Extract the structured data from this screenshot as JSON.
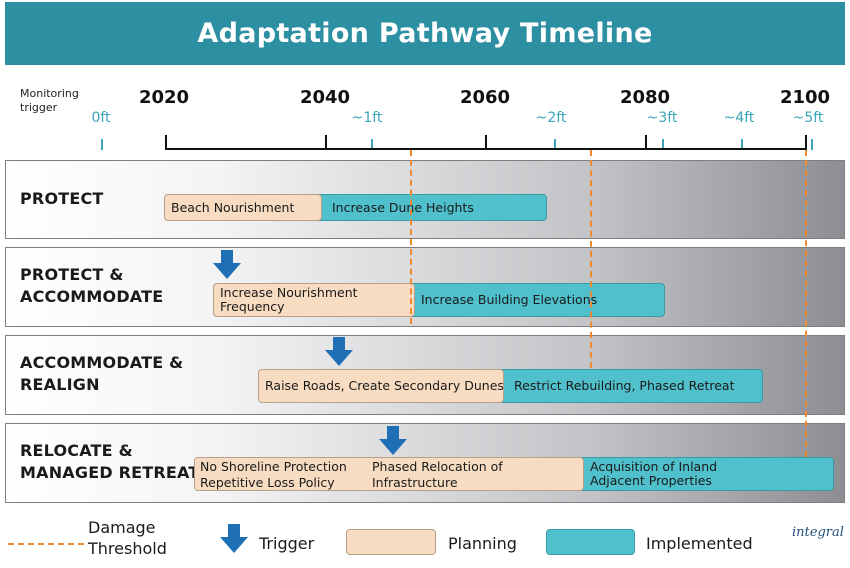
{
  "title": "Adaptation Pathway Timeline",
  "monitoring_label_line1": "Monitoring",
  "monitoring_label_line2": "trigger",
  "years": [
    "2020",
    "2040",
    "2060",
    "2080",
    "2100"
  ],
  "feet": [
    "0ft",
    "~1ft",
    "~2ft",
    "~3ft",
    "~4ft",
    "~5ft"
  ],
  "rows": [
    {
      "label_line1": "PROTECT",
      "label_line2": "",
      "planning": [
        "Beach Nourishment"
      ],
      "implemented": [
        "Increase Dune Heights"
      ]
    },
    {
      "label_line1": "PROTECT &",
      "label_line2": "ACCOMMODATE",
      "planning": [
        "Increase Nourishment",
        "Frequency"
      ],
      "implemented": [
        "Increase Building Elevations"
      ]
    },
    {
      "label_line1": "ACCOMMODATE &",
      "label_line2": "REALIGN",
      "planning": [
        "Raise Roads, Create Secondary Dunes"
      ],
      "implemented": [
        "Restrict Rebuilding, Phased Retreat"
      ]
    },
    {
      "label_line1": "RELOCATE &",
      "label_line2": "MANAGED RETREAT",
      "planning_a": [
        "No Shoreline Protection",
        "Repetitive Loss Policy"
      ],
      "planning_b": [
        "Phased Relocation of",
        "Infrastructure"
      ],
      "implemented": [
        "Acquisition of Inland",
        "Adjacent Properties"
      ]
    }
  ],
  "legend": {
    "damage_line1": "Damage",
    "damage_line2": "Threshold",
    "trigger": "Trigger",
    "planning": "Planning",
    "implemented": "Implemented"
  },
  "logo_text": "integral",
  "colors": {
    "title_bar": "#2d8fa2",
    "planning": "#f7dcc1",
    "implemented": "#4fc0cc",
    "trigger_arrow": "#1f6fb5",
    "damage_threshold": "#f08a2c",
    "feet_labels": "#3aa5b9"
  }
}
